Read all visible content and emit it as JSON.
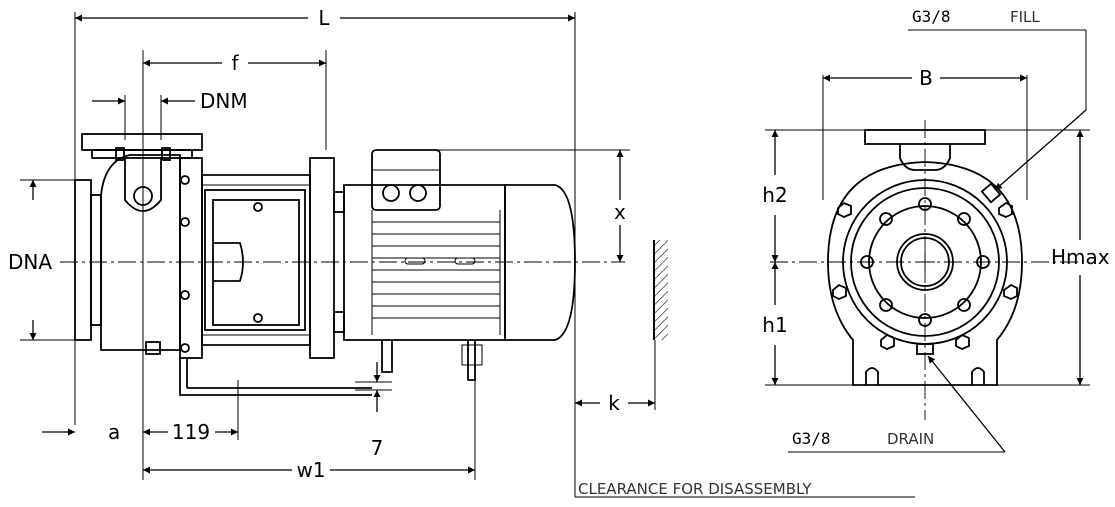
{
  "dimensions": {
    "L": "L",
    "f": "f",
    "DNM": "DNM",
    "DNA": "DNA",
    "x": "x",
    "a": "a",
    "val_119": "119",
    "val_7": "7",
    "w1": "w1",
    "k": "k",
    "B": "B",
    "h2": "h2",
    "h1": "h1",
    "Hmax": "Hmax"
  },
  "notes": {
    "fill_size": "G3/8",
    "fill_label": "FILL",
    "drain_size": "G3/8",
    "drain_label": "DRAIN",
    "clearance": "CLEARANCE FOR DISASSEMBLY"
  }
}
